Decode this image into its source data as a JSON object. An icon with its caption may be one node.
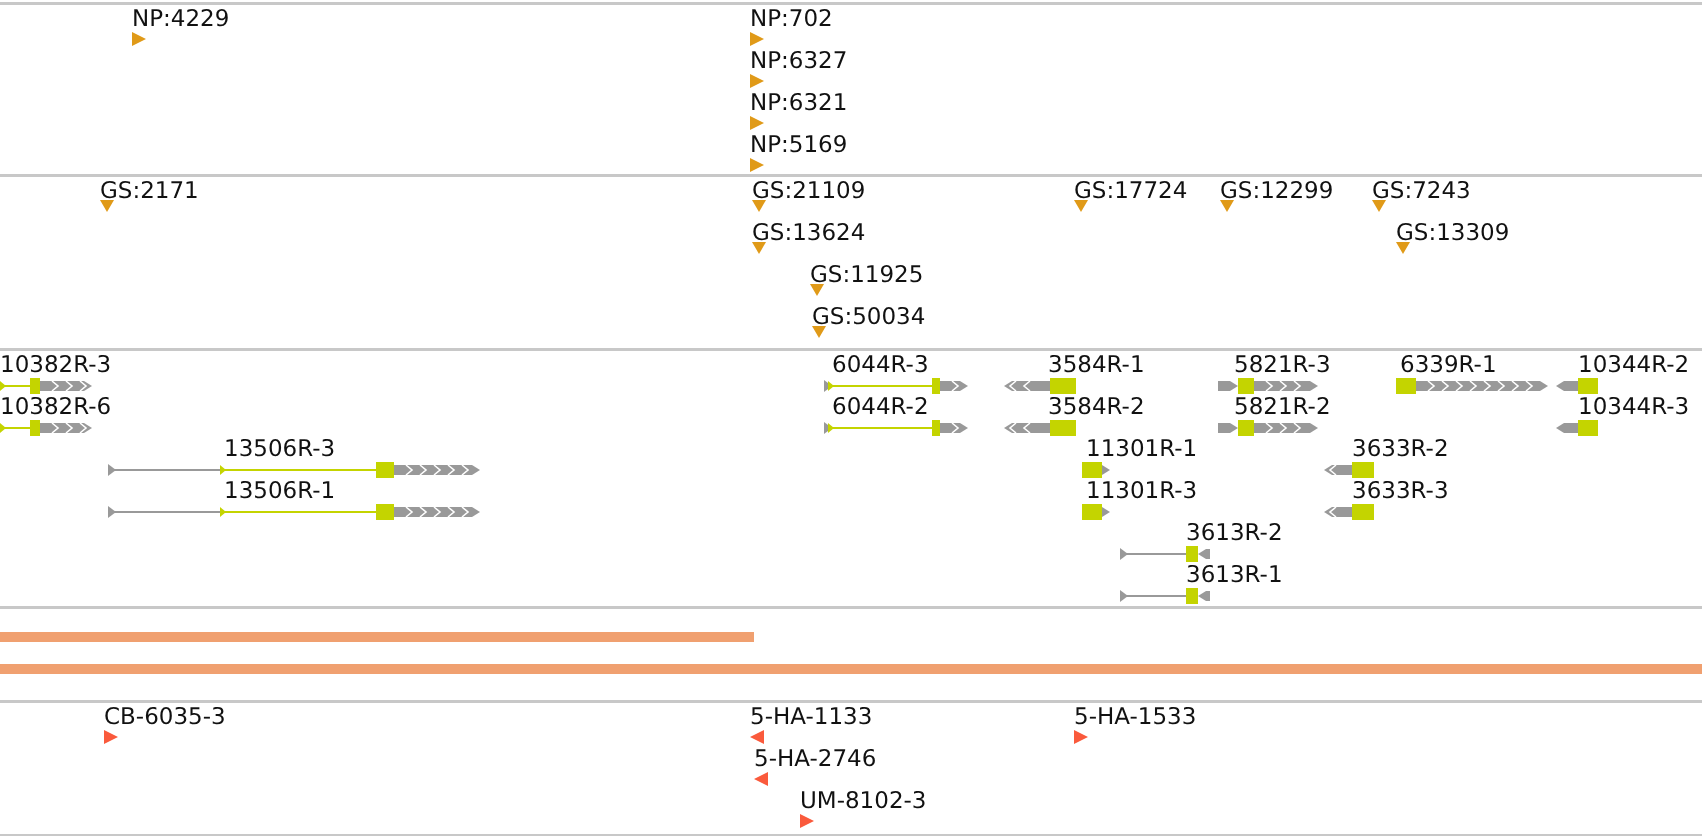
{
  "diagram": {
    "labels": [
      "NP:4229",
      "NP:702",
      "NP:6327",
      "NP:6321",
      "NP:5169",
      "GS:2171",
      "GS:21109",
      "GS:17724",
      "GS:12299",
      "GS:7243",
      "GS:13624",
      "GS:13309",
      "GS:11925",
      "GS:50034",
      "10382R-3",
      "6044R-3",
      "3584R-1",
      "5821R-3",
      "6339R-1",
      "10344R-2",
      "10382R-6",
      "6044R-2",
      "3584R-2",
      "5821R-2",
      "10344R-3",
      "13506R-3",
      "11301R-1",
      "3633R-2",
      "13506R-1",
      "11301R-3",
      "3633R-3",
      "3613R-2",
      "3613R-1",
      "CB-6035-3",
      "5-HA-1133",
      "5-HA-1533",
      "5-HA-2746",
      "UM-8102-3"
    ]
  }
}
